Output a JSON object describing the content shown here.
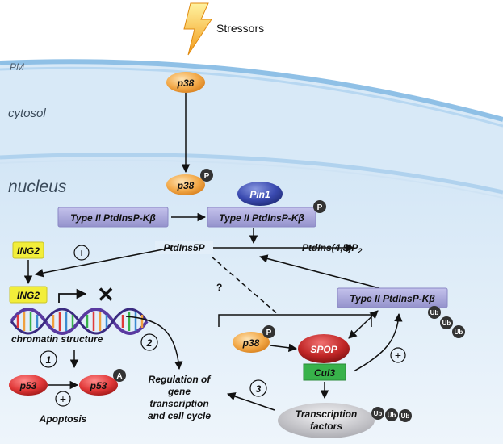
{
  "stressors": "Stressors",
  "compartments": {
    "pm": "PM",
    "cytosol": "cytosol",
    "nucleus": "nucleus"
  },
  "proteins": {
    "p38": "p38",
    "pin1": "Pin1",
    "kinase": "Type II PtdInsP-Kβ",
    "ing2": "ING2",
    "p53": "p53",
    "spop": "SPOP",
    "cul3": "Cul3",
    "tf_line1": "Transcription",
    "tf_line2": "factors"
  },
  "modifications": {
    "phospho": "P",
    "acetyl": "A",
    "ubiquitin": "Ub"
  },
  "lipids": {
    "ptdins5p": "PtdIns5P",
    "ptdins45p2_main": "PtdIns(4,5)P",
    "ptdins45p2_sub": "2"
  },
  "labels": {
    "chromatin": "chromatin structure",
    "apoptosis": "Apoptosis",
    "question": "?",
    "regulation_line1": "Regulation of",
    "regulation_line2": "gene",
    "regulation_line3": "transcription",
    "regulation_line4": "and cell cycle"
  },
  "signs": {
    "plus": "+",
    "block": "✕"
  },
  "pathway_numbers": [
    "1",
    "2",
    "3"
  ],
  "colors": {
    "kinase_box": "#a8a6d8",
    "p38": "#f0a040",
    "pin1": "#3848a8",
    "ing2": "#f2ee3a",
    "p53": "#e03a3a",
    "spop": "#c02828",
    "cul3": "#38b24a",
    "tf": "#c8c8cc",
    "badge": "#333333",
    "membrane": "#9cc8ea",
    "nucleus_bg": "#dcebf7"
  }
}
